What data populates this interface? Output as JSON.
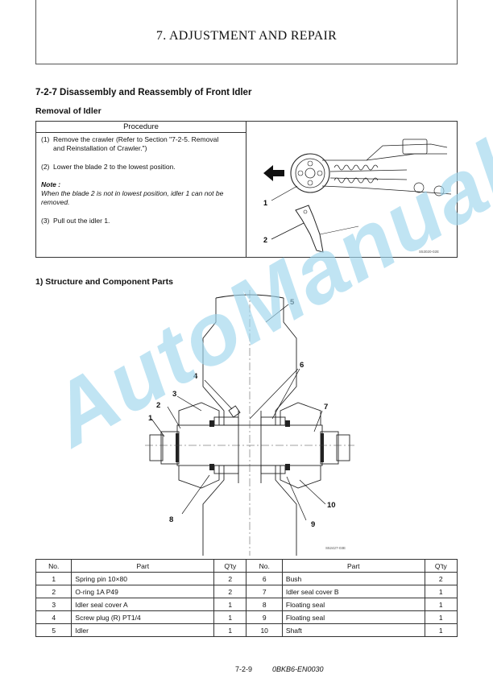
{
  "header": {
    "title": "7. ADJUSTMENT AND REPAIR"
  },
  "section": {
    "heading": "7-2-7  Disassembly and Reassembly of Front Idler"
  },
  "removal": {
    "heading": "Removal of Idler",
    "procedure_header": "Procedure",
    "steps": [
      {
        "num": "(1)",
        "line1": "Remove the crawler (Refer to Section \"7-2-5. Removal",
        "line2": "and Reinstallation of Crawler.\")"
      },
      {
        "num": "(2)",
        "text": "Lower the blade 2 to the lowest position."
      },
      {
        "num": "(3)",
        "text": "Pull out the idler 1."
      }
    ],
    "note_title": "Note :",
    "note_line1": "When the blade 2 is not in lowest position, idler 1 can not be",
    "note_line2": "removed.",
    "figure": {
      "code": "S53020-02E",
      "callouts": [
        "1",
        "2"
      ]
    }
  },
  "structure": {
    "heading": "1)  Structure and Component Parts",
    "figure": {
      "code": "S52427-03E",
      "callouts": [
        "1",
        "2",
        "3",
        "4",
        "5",
        "6",
        "7",
        "8",
        "9",
        "10"
      ]
    }
  },
  "parts_table": {
    "headers": [
      "No.",
      "Part",
      "Q'ty",
      "No.",
      "Part",
      "Q'ty"
    ],
    "rows": [
      [
        "1",
        "Spring pin 10×80",
        "2",
        "6",
        "Bush",
        "2"
      ],
      [
        "2",
        "O-ring 1A P49",
        "2",
        "7",
        "Idler seal cover B",
        "1"
      ],
      [
        "3",
        "Idler seal cover A",
        "1",
        "8",
        "Floating seal",
        "1"
      ],
      [
        "4",
        "Screw plug (R) PT1/4",
        "1",
        "9",
        "Floating seal",
        "1"
      ],
      [
        "5",
        "Idler",
        "1",
        "10",
        "Shaft",
        "1"
      ]
    ]
  },
  "footer": {
    "page": "7-2-9",
    "code": "0BKB6-EN0030"
  },
  "watermark": {
    "text": "AutoManual",
    "color": "#9fd6ee"
  }
}
